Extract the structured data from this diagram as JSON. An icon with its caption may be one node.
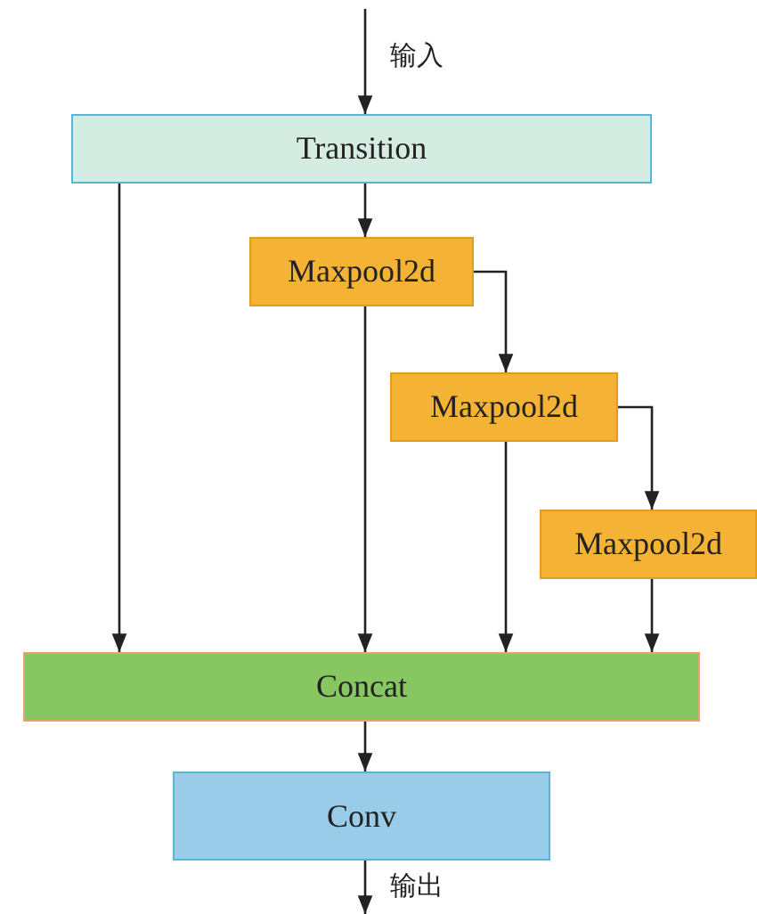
{
  "diagram": {
    "nodes": [
      {
        "text": [
          "Transition"
        ]
      },
      {
        "text": [
          "Maxpool2d"
        ]
      },
      {
        "text": [
          "Maxpool2d"
        ]
      },
      {
        "text": [
          "Maxpool2d"
        ]
      },
      {
        "text": [
          "Concat"
        ]
      },
      {
        "text": [
          "Conv"
        ]
      }
    ],
    "edges": [
      {
        "from": null,
        "to": 0,
        "arrow": "to",
        "label": "输入"
      },
      {
        "from": 0,
        "to": 4,
        "arrow": "to"
      },
      {
        "from": 0,
        "to": 1,
        "arrow": "to"
      },
      {
        "from": 1,
        "to": 4,
        "arrow": "to"
      },
      {
        "from": 1,
        "to": 2,
        "arrow": "to"
      },
      {
        "from": 2,
        "to": 4,
        "arrow": "to"
      },
      {
        "from": 2,
        "to": 3,
        "arrow": "to"
      },
      {
        "from": 3,
        "to": 4,
        "arrow": "to"
      },
      {
        "from": 4,
        "to": 5,
        "arrow": "to"
      },
      {
        "from": 5,
        "to": null,
        "arrow": "to",
        "label": "输出"
      }
    ]
  }
}
